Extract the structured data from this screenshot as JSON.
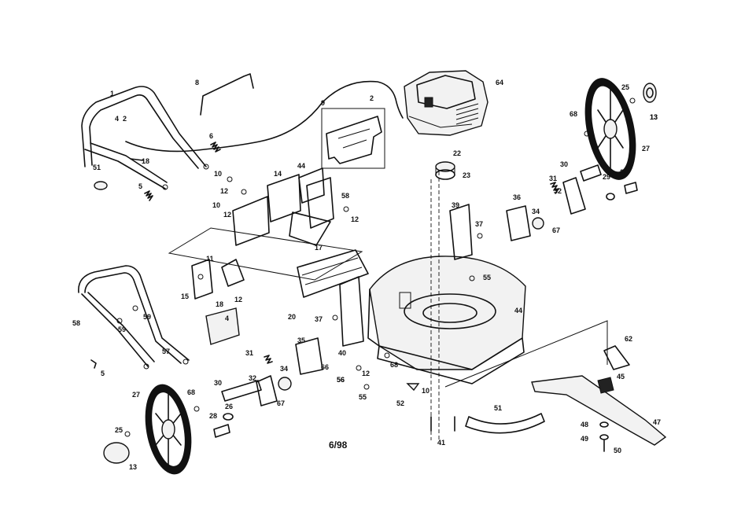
{
  "diagram": {
    "date_code": "6/98",
    "part_labels": [
      "1",
      "2",
      "4",
      "6",
      "8",
      "9",
      "2",
      "64",
      "51",
      "5",
      "18",
      "10",
      "12",
      "14",
      "44",
      "58",
      "12",
      "10",
      "12",
      "17",
      "22",
      "23",
      "39",
      "37",
      "36",
      "34",
      "67",
      "31",
      "32",
      "30",
      "29",
      "28",
      "25",
      "13",
      "68",
      "27",
      "13",
      "55",
      "11",
      "15",
      "18",
      "12",
      "20",
      "37",
      "40",
      "35",
      "31",
      "34",
      "32",
      "4",
      "58",
      "59",
      "59",
      "57",
      "5",
      "56",
      "66",
      "27",
      "68",
      "30",
      "28",
      "26",
      "67",
      "25",
      "13",
      "56",
      "55",
      "12",
      "68",
      "10",
      "52",
      "41",
      "51",
      "44",
      "62",
      "45",
      "47",
      "48",
      "49",
      "50"
    ]
  }
}
